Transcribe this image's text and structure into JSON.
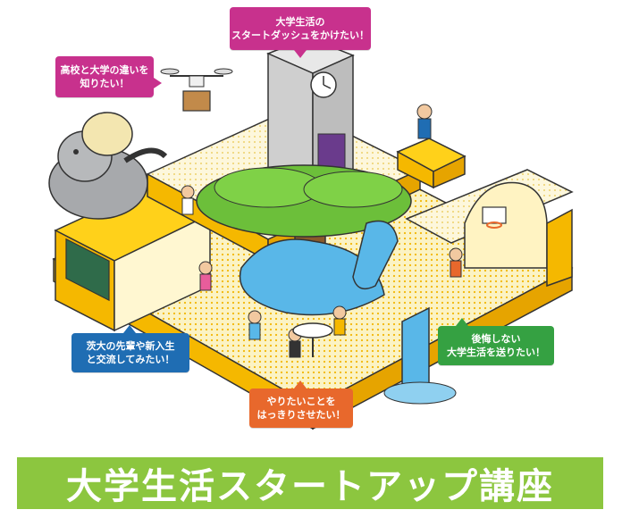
{
  "bubbles": {
    "top": {
      "line1": "大学生活の",
      "line2": "スタートダッシュをかけたい！",
      "color": "#c8318d"
    },
    "left": {
      "line1": "高校と大学の違いを",
      "line2": "知りたい！",
      "color": "#c8318d"
    },
    "blue": {
      "line1": "茨大の先輩や新入生",
      "line2": "と交流してみたい！",
      "color": "#1f6db3"
    },
    "orange": {
      "line1": "やりたいことを",
      "line2": "はっきりさせたい！",
      "color": "#e8682c"
    },
    "green": {
      "line1": "後悔しない",
      "line2": "大学生活を送りたい！",
      "color": "#35a142"
    }
  },
  "title": {
    "text": "大学生活スタートアップ講座",
    "background": "#8cc63f"
  },
  "illustration": {
    "description_icons": [
      "clock-tower-icon",
      "tree-icon",
      "elephant-icon",
      "drone-icon",
      "waterfall-icon",
      "basketball-hoop-icon",
      "student-figure-icon"
    ]
  }
}
